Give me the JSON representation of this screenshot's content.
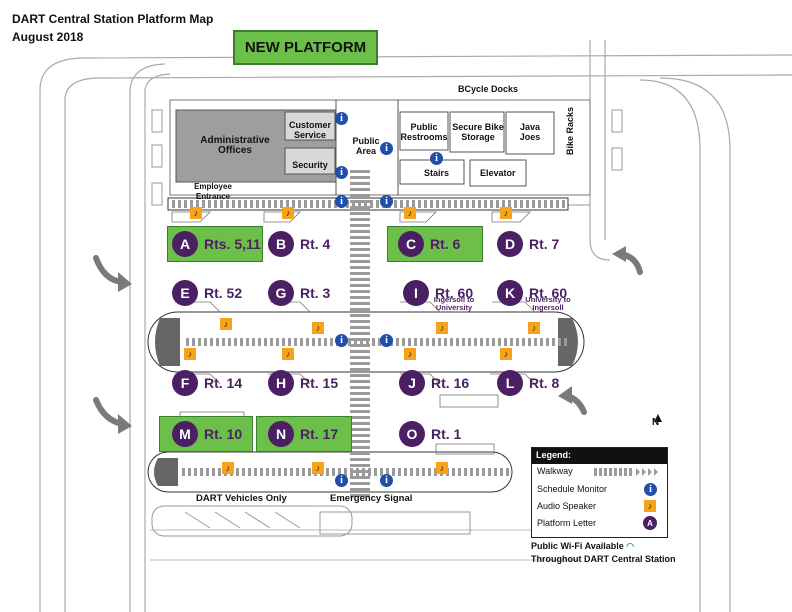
{
  "header": {
    "title": "DART Central Station Platform Map",
    "date": "August 2018",
    "new_platform": "NEW PLATFORM"
  },
  "building": {
    "bcycle": "BCycle Docks",
    "admin": "Administrative Offices",
    "customer_service": "Customer Service",
    "security": "Security",
    "employee_entrance": "Employee Entrance",
    "public_area": "Public Area",
    "public_restrooms": "Public Restrooms",
    "bike_storage": "Secure Bike Storage",
    "java_joes": "Java Joes",
    "stairs": "Stairs",
    "elevator": "Elevator",
    "bike_racks": "Bike Racks"
  },
  "routes": [
    {
      "letter": "A",
      "label": "Rts. 5,11",
      "highlight": true
    },
    {
      "letter": "B",
      "label": "Rt. 4",
      "highlight": false
    },
    {
      "letter": "C",
      "label": "Rt. 6",
      "highlight": true
    },
    {
      "letter": "D",
      "label": "Rt. 7",
      "highlight": false
    },
    {
      "letter": "E",
      "label": "Rt. 52",
      "highlight": false
    },
    {
      "letter": "G",
      "label": "Rt. 3",
      "highlight": false
    },
    {
      "letter": "I",
      "label": "Rt. 60",
      "sub": "Ingersoll to University",
      "highlight": false
    },
    {
      "letter": "K",
      "label": "Rt. 60",
      "sub": "University to Ingersoll",
      "highlight": false
    },
    {
      "letter": "F",
      "label": "Rt. 14",
      "highlight": false
    },
    {
      "letter": "H",
      "label": "Rt. 15",
      "highlight": false
    },
    {
      "letter": "J",
      "label": "Rt. 16",
      "highlight": false
    },
    {
      "letter": "L",
      "label": "Rt. 8",
      "highlight": false
    },
    {
      "letter": "M",
      "label": "Rt. 10",
      "highlight": true
    },
    {
      "letter": "N",
      "label": "Rt. 17",
      "highlight": true
    },
    {
      "letter": "O",
      "label": "Rt. 1",
      "highlight": false
    }
  ],
  "labels": {
    "dart_vehicles": "DART Vehicles Only",
    "emergency": "Emergency Signal",
    "north": "N"
  },
  "legend": {
    "title": "Legend:",
    "walkway": "Walkway",
    "schedule_monitor": "Schedule Monitor",
    "audio_speaker": "Audio Speaker",
    "platform_letter": "Platform Letter",
    "platform_letter_sample": "A",
    "info_glyph": "i"
  },
  "wifi": {
    "line1": "Public Wi-Fi Available",
    "line2": "Throughout DART Central Station"
  },
  "colors": {
    "route_purple": "#4b1f63",
    "highlight_green": "#6cc04a",
    "info_blue": "#1f4fa8",
    "speaker_orange": "#f7a21b"
  }
}
